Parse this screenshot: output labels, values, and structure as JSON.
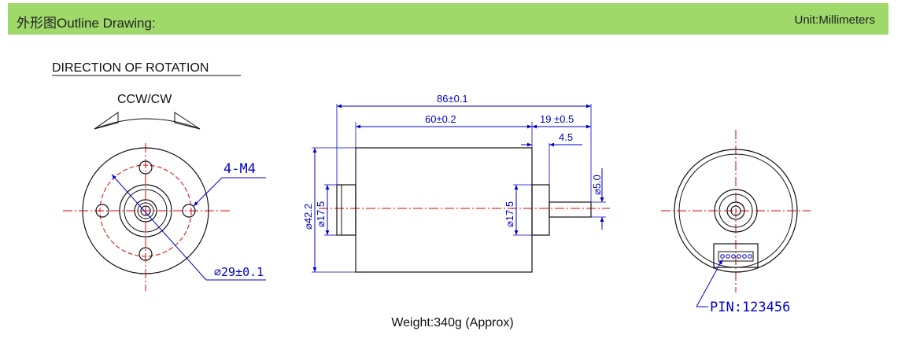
{
  "header": {
    "title": "外形图Outline Drawing:",
    "unit": "Unit:Millimeters",
    "background_color": "#9ed96a"
  },
  "rotation": {
    "title": "DIRECTION OF ROTATION",
    "label": "CCW/CW"
  },
  "front_view": {
    "mount_holes_label": "4-M4",
    "bolt_circle_label": "⌀29±0.1"
  },
  "side_view": {
    "overall_length": "86±0.1",
    "body_length": "60±0.2",
    "shaft_length": "19 ±0.5",
    "shaft_step": "4.5",
    "shaft_diameter": "⌀5.0",
    "body_diameter": "⌀42.2",
    "rear_boss_diameter": "⌀17.5",
    "front_boss_diameter": "⌀17.5"
  },
  "rear_view": {
    "pin_label": "PIN:123456"
  },
  "footer": {
    "weight": "Weight:340g (Approx)"
  },
  "colors": {
    "outline": "#000000",
    "dimension": "#0000cc",
    "centerline": "#e60000"
  }
}
